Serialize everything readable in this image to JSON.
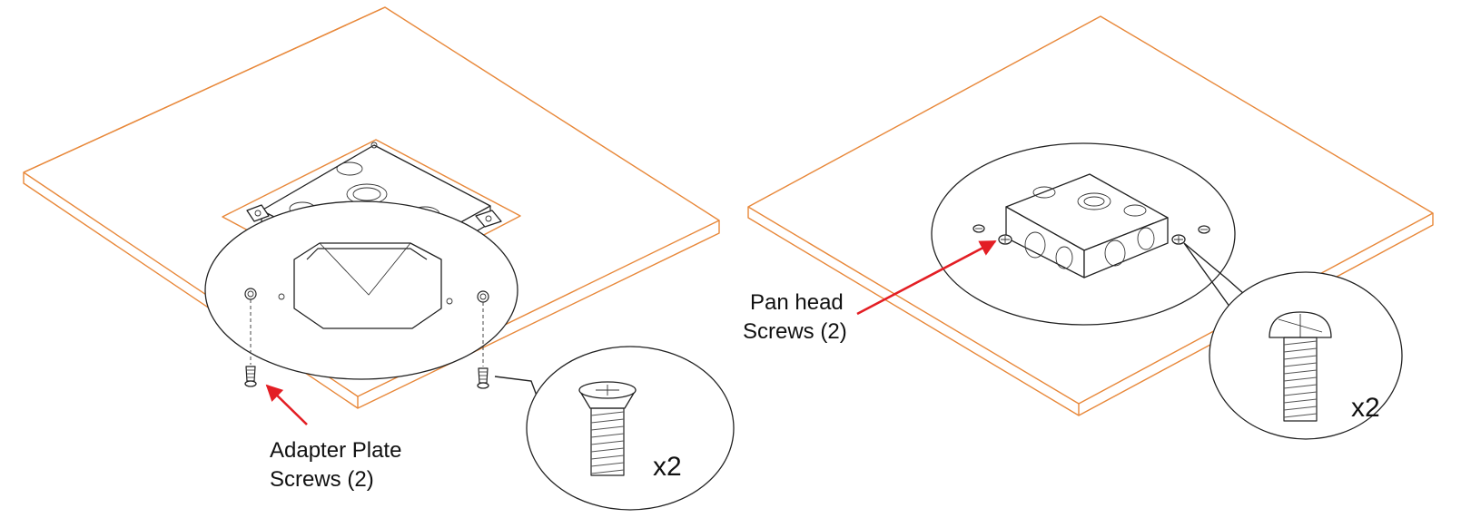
{
  "colors": {
    "ceiling_outline": "#e8883a",
    "callout_arrow": "#e31e24",
    "line_art": "#222222"
  },
  "left_panel": {
    "callout_label_line1": "Adapter Plate",
    "callout_label_line2": "Screws (2)",
    "zoom_quantity": "x2",
    "zoom_icon": "flat-head-phillips-screw-icon"
  },
  "right_panel": {
    "callout_label_line1": "Pan head",
    "callout_label_line2": "Screws (2)",
    "zoom_quantity": "x2",
    "zoom_icon": "pan-head-combo-screw-icon"
  }
}
